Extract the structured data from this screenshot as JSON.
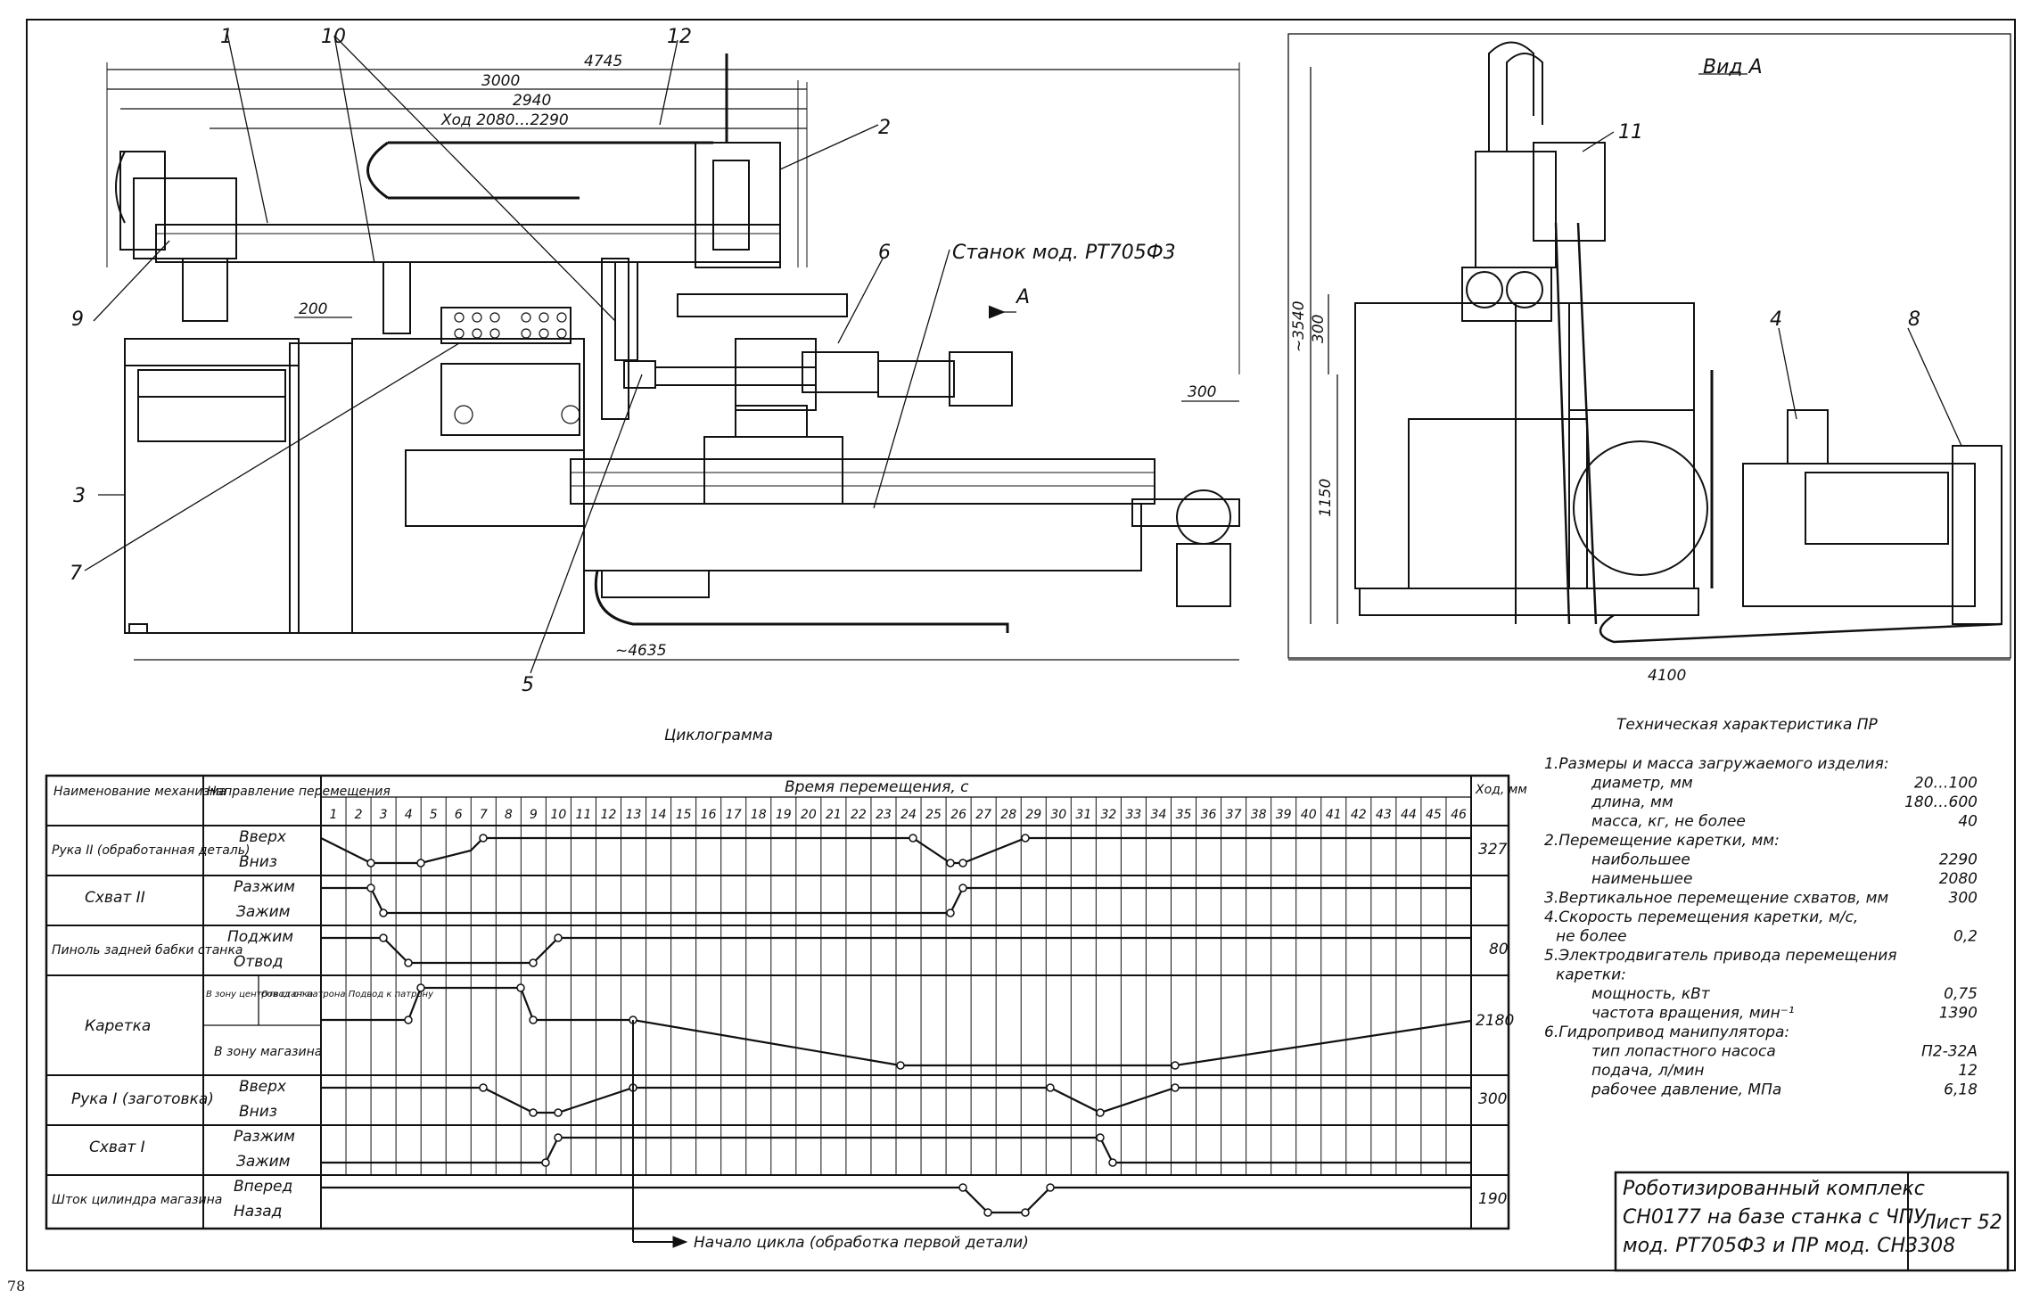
{
  "page_number": "78",
  "drawing": {
    "callouts": [
      "1",
      "10",
      "12",
      "2",
      "6",
      "9",
      "3",
      "7",
      "5",
      "11",
      "4",
      "8"
    ],
    "dimensions": {
      "d4745": "4745",
      "d3000": "3000",
      "d2940": "2940",
      "hod": "Ход 2080…2290",
      "d200": "200",
      "d300r": "300",
      "d4635": "~4635",
      "d3540": "~3540",
      "d300v": "300",
      "d1150": "1150",
      "d4100": "4100"
    },
    "machine_label": "Станок мод. РТ705Ф3",
    "arrow_label": "А",
    "view_label": "Вид А"
  },
  "cyclogram": {
    "title": "Циклограмма",
    "col_mechanism": "Наименование механизма",
    "col_direction": "Направление перемещения",
    "col_time": "Время перемещения, с",
    "col_stroke": "Ход, мм",
    "seconds": [
      "1",
      "2",
      "3",
      "4",
      "5",
      "6",
      "7",
      "8",
      "9",
      "10",
      "11",
      "12",
      "13",
      "14",
      "15",
      "16",
      "17",
      "18",
      "19",
      "20",
      "21",
      "22",
      "23",
      "24",
      "25",
      "26",
      "27",
      "28",
      "29",
      "30",
      "31",
      "32",
      "33",
      "34",
      "35",
      "36",
      "37",
      "38",
      "39",
      "40",
      "41",
      "42",
      "43",
      "44",
      "45",
      "46"
    ],
    "rows": [
      {
        "name": "Рука II (обработанная деталь)",
        "dir_a": "Вверх",
        "dir_b": "Вниз",
        "stroke": "327"
      },
      {
        "name": "Схват II",
        "dir_a": "Разжим",
        "dir_b": "Зажим",
        "stroke": ""
      },
      {
        "name": "Пиноль задней бабки станка",
        "dir_a": "Поджим",
        "dir_b": "Отвод",
        "stroke": "80"
      },
      {
        "name": "Каретка",
        "dir_a1": "В зону центров станка",
        "dir_a2": "Отвод от патрона Подвод к патрону",
        "dir_b": "В зону магазина",
        "stroke": "2180"
      },
      {
        "name": "Рука I (заготовка)",
        "dir_a": "Вверх",
        "dir_b": "Вниз",
        "stroke": "300"
      },
      {
        "name": "Схват I",
        "dir_a": "Разжим",
        "dir_b": "Зажим",
        "stroke": ""
      },
      {
        "name": "Шток цилиндра магазина",
        "dir_a": "Вперед",
        "dir_b": "Назад",
        "stroke": "190"
      }
    ],
    "start_note": "Начало цикла (обработка первой детали)"
  },
  "specs": {
    "title": "Техническая характеристика ПР",
    "lines": [
      {
        "label": "1.Размеры и масса загружаемого изделия:",
        "value": ""
      },
      {
        "label": "диаметр, мм",
        "value": "20…100"
      },
      {
        "label": "длина, мм",
        "value": "180…600"
      },
      {
        "label": "масса, кг, не более",
        "value": "40"
      },
      {
        "label": "2.Перемещение каретки, мм:",
        "value": ""
      },
      {
        "label": "наибольшее",
        "value": "2290"
      },
      {
        "label": "наименьшее",
        "value": "2080"
      },
      {
        "label": "3.Вертикальное перемещение схватов, мм",
        "value": "300"
      },
      {
        "label": "4.Скорость перемещения каретки, м/с,",
        "value": ""
      },
      {
        "label": "не более",
        "value": "0,2"
      },
      {
        "label": "5.Электродвигатель привода перемещения",
        "value": ""
      },
      {
        "label": "каретки:",
        "value": ""
      },
      {
        "label": "мощность, кВт",
        "value": "0,75"
      },
      {
        "label": "частота вращения, мин⁻¹",
        "value": "1390"
      },
      {
        "label": "6.Гидропривод манипулятора:",
        "value": ""
      },
      {
        "label": "тип лопастного насоса",
        "value": "П2-32А"
      },
      {
        "label": "подача, л/мин",
        "value": "12"
      },
      {
        "label": "рабочее давление, МПа",
        "value": "6,18"
      }
    ]
  },
  "title_block": {
    "lines": [
      "Роботизированный комплекс",
      "СН0177 на базе станка с ЧПУ",
      "мод. РТ705Ф3 и ПР мод. СН3308"
    ],
    "sheet": "Лист 52"
  }
}
